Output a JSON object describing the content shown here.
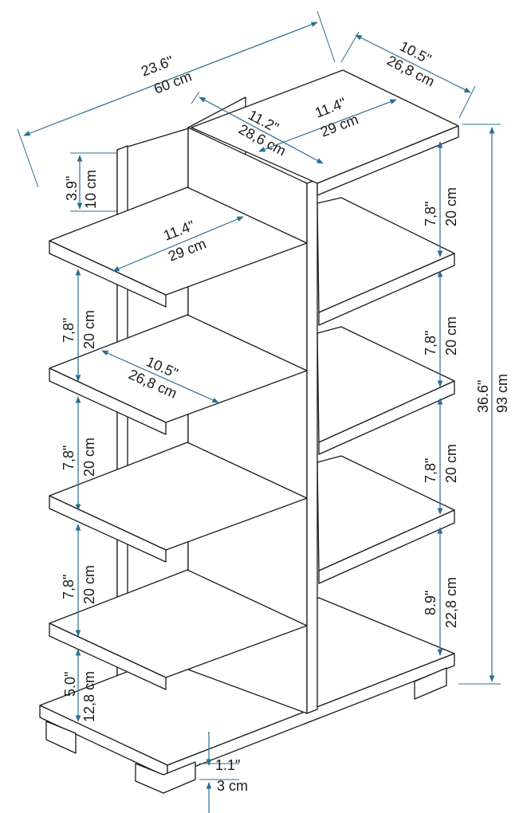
{
  "dimensions": {
    "total_width": {
      "in": "23.6\"",
      "cm": "60 cm"
    },
    "total_depth": {
      "in": "10.5\"",
      "cm": "26,8 cm"
    },
    "inner_depth": {
      "in": "11.2\"",
      "cm": "28,6 cm"
    },
    "top_shelf": {
      "in": "11.4\"",
      "cm": "29 cm"
    },
    "side_top_gap": {
      "in": "3.9\"",
      "cm": "10 cm"
    },
    "left_shelf_width": {
      "in": "11.4\"",
      "cm": "29 cm"
    },
    "left_shelf_depth": {
      "in": "10.5\"",
      "cm": "26,8 cm"
    },
    "left_spacing": {
      "in": "7,8\"",
      "cm": "20 cm"
    },
    "bottom_gap": {
      "in": "5.0\"",
      "cm": "12,8 cm"
    },
    "right_spacing": {
      "in": "7,8\"",
      "cm": "20 cm"
    },
    "right_bottom_spacing": {
      "in": "8.9\"",
      "cm": "22,8 cm"
    },
    "total_height": {
      "in": "36.6\"",
      "cm": "93 cm"
    },
    "leg_height": {
      "in": "1.1\"",
      "cm": "3 cm"
    }
  }
}
